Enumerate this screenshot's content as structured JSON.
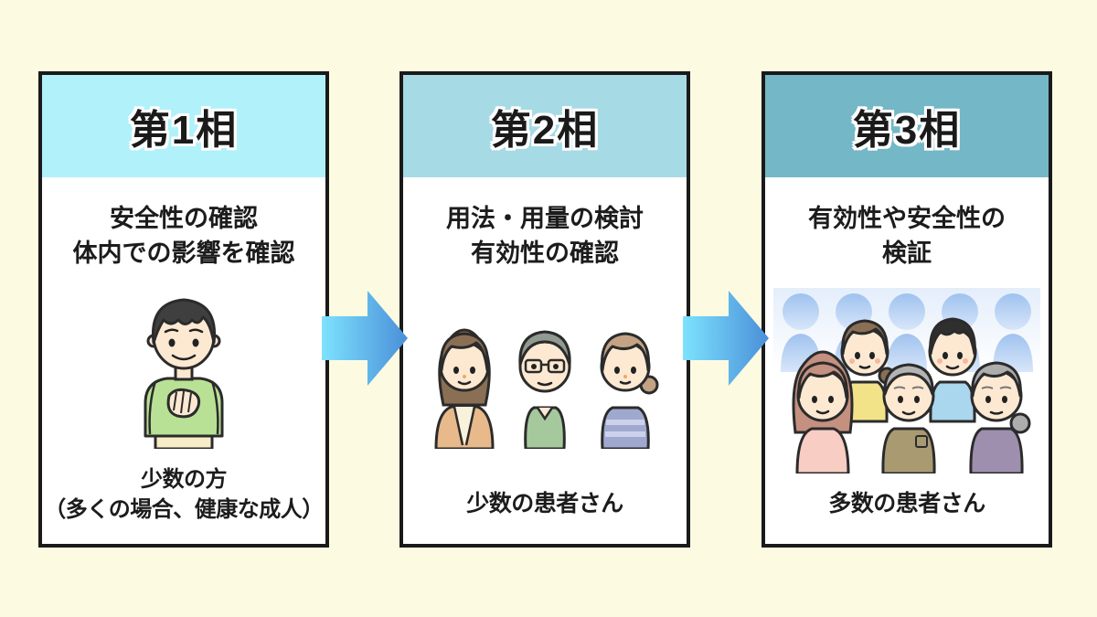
{
  "background_color": "#fcfbe2",
  "card_border_color": "#1a1a1a",
  "arrow_gradient": {
    "start": "#7de2fd",
    "end": "#4a8fd9"
  },
  "phases": [
    {
      "header": {
        "label": "第1相",
        "color": "#b0f1fa"
      },
      "description_lines": [
        "安全性の確認",
        "体内での影響を確認"
      ],
      "caption_lines": [
        "少数の方",
        "（多くの場合、健康な成人）"
      ],
      "illustration": "healthy-adult-man"
    },
    {
      "header": {
        "label": "第2相",
        "color": "#a6dae5"
      },
      "description_lines": [
        "用法・用量の検討",
        "有効性の確認"
      ],
      "caption_lines": [
        "少数の患者さん",
        ""
      ],
      "illustration": "three-patients"
    },
    {
      "header": {
        "label": "第3相",
        "color": "#74b7c6"
      },
      "description_lines": [
        "有効性や安全性の",
        "検証"
      ],
      "caption_lines": [
        "多数の患者さん",
        ""
      ],
      "illustration": "crowd-of-patients"
    }
  ]
}
